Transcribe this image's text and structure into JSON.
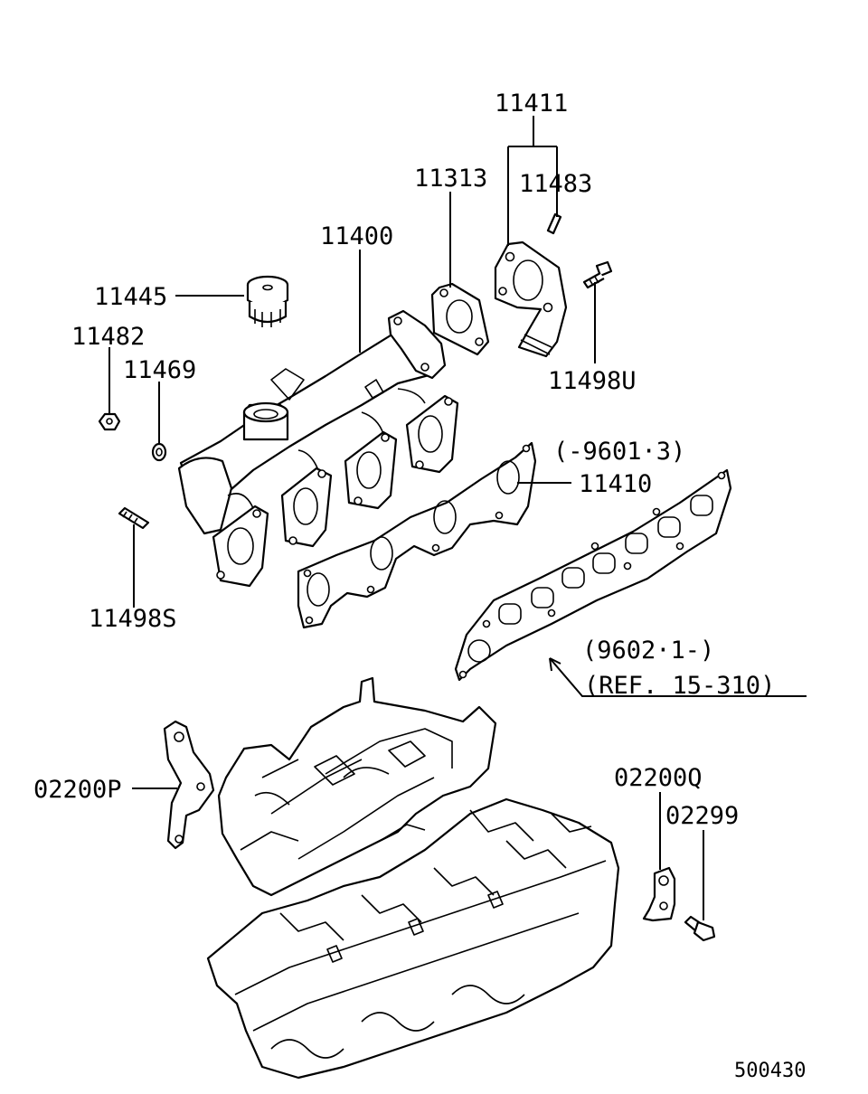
{
  "diagram_id": "500430",
  "labels": {
    "p11411": "11411",
    "p11483": "11483",
    "p11313": "11313",
    "p11400": "11400",
    "p11445": "11445",
    "p11482": "11482",
    "p11469": "11469",
    "p11498u": "11498U",
    "p11410": "11410",
    "p11498s": "11498S",
    "p02200p": "02200P",
    "p02200q": "02200Q",
    "p02299": "02299"
  },
  "notes": {
    "range_old": "(-9601·3)",
    "range_new": "(9602·1-)",
    "reference": "(REF. 15-310)"
  }
}
